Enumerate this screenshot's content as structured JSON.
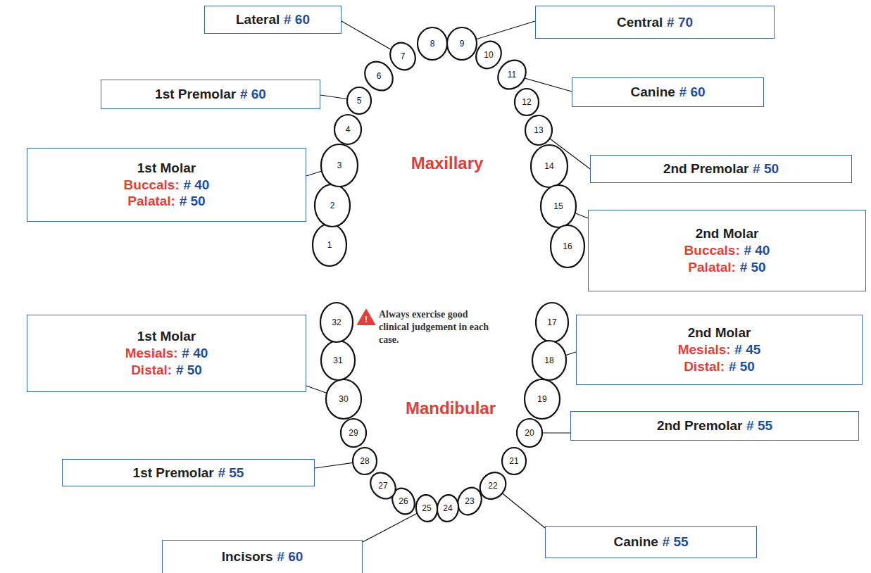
{
  "diagram": {
    "nodes": [
      {
        "text": [
          "Lateral",
          "# 60"
        ]
      },
      {
        "text": [
          "Central",
          "# 70"
        ]
      },
      {
        "text": [
          "1st Premolar",
          "# 60"
        ]
      },
      {
        "text": [
          "Canine",
          "# 60"
        ]
      },
      {
        "text": [
          "1st Molar",
          "Buccals:",
          "# 40",
          "Palatal:",
          "# 50"
        ]
      },
      {
        "text": [
          "2nd Premolar",
          "# 50"
        ]
      },
      {
        "text": [
          "2nd Molar",
          "Buccals:",
          "# 40",
          "Palatal:",
          "# 50"
        ]
      },
      {
        "text": [
          "1st Molar",
          "Mesials:",
          "# 40",
          "Distal:",
          "# 50"
        ]
      },
      {
        "text": [
          "2nd Molar",
          "Mesials:",
          "# 45",
          "Distal:",
          "# 50"
        ]
      },
      {
        "text": [
          "2nd Premolar",
          "# 55"
        ]
      },
      {
        "text": [
          "1st Premolar",
          "# 55"
        ]
      },
      {
        "text": [
          "Canine",
          "# 55"
        ]
      },
      {
        "text": [
          "Incisors",
          "# 60"
        ]
      }
    ],
    "labels": [
      "Maxillary",
      "1",
      "2",
      "3",
      "4",
      "5",
      "6",
      "7",
      "8",
      "9",
      "10",
      "11",
      "12",
      "13",
      "14",
      "15",
      "16",
      "!",
      "Always exercise good clinical judgement in each case.",
      "Mandibular",
      "17",
      "18",
      "19",
      "20",
      "21",
      "22",
      "23",
      "24",
      "25",
      "26",
      "27",
      "28",
      "29",
      "30",
      "31",
      "32"
    ]
  }
}
